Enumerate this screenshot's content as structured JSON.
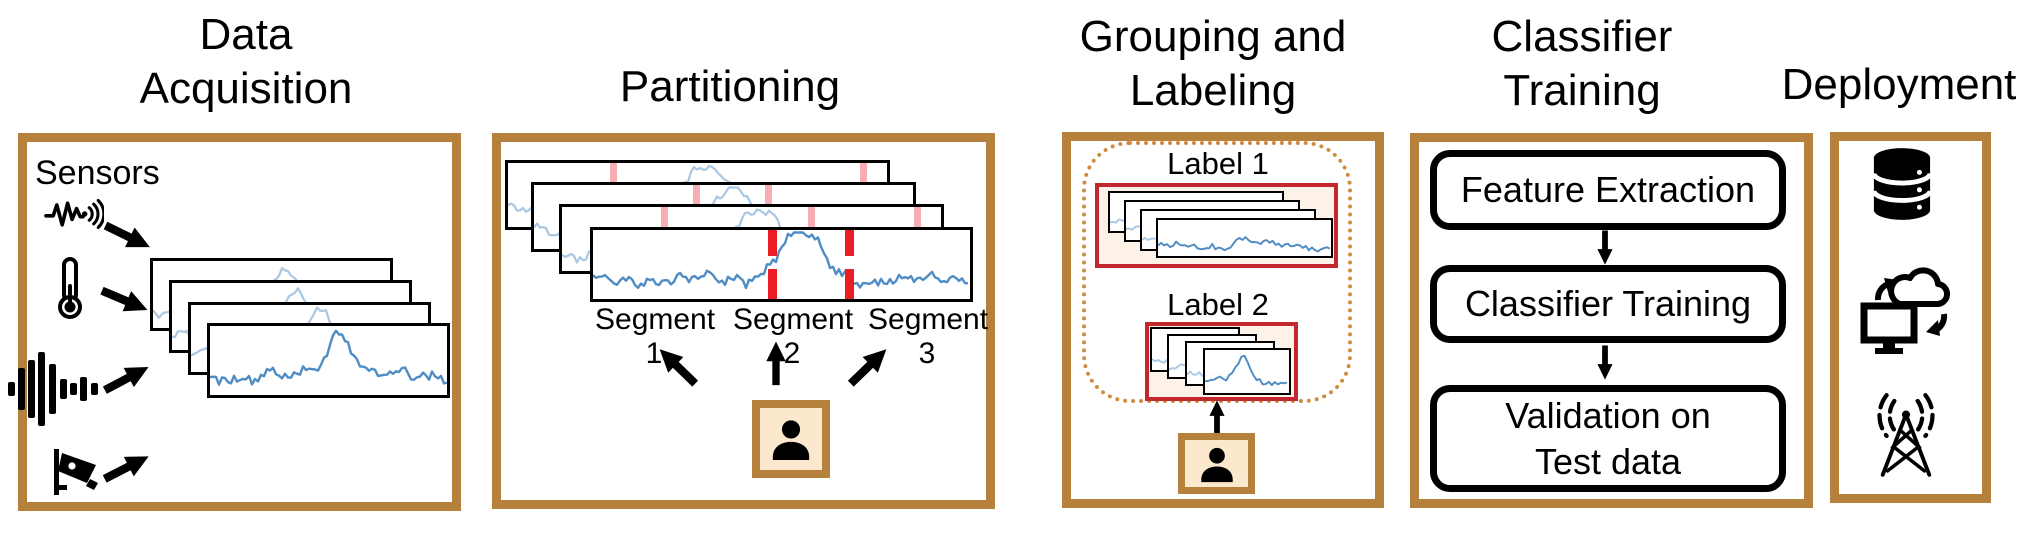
{
  "stages": [
    {
      "id": "data-acquisition",
      "title": "Data\nAcquisition"
    },
    {
      "id": "partitioning",
      "title": "Partitioning"
    },
    {
      "id": "grouping-labeling",
      "title": "Grouping and\nLabeling"
    },
    {
      "id": "classifier-training",
      "title": "Classifier\nTraining"
    },
    {
      "id": "deployment",
      "title": "Deployment"
    }
  ],
  "acquisition": {
    "sensors_label": "Sensors",
    "sensor_icons": [
      "vibration-sensor-icon",
      "thermometer-icon",
      "audio-signal-icon",
      "camera-icon"
    ]
  },
  "partitioning": {
    "segments": [
      "Segment 1",
      "Segment 2",
      "Segment 3"
    ]
  },
  "grouping": {
    "labels": [
      "Label 1",
      "Label 2"
    ]
  },
  "training": {
    "steps": [
      "Feature Extraction",
      "Classifier Training",
      "Validation on\nTest data"
    ]
  },
  "deployment": {
    "icons": [
      "database-icon",
      "cloud-computing-icon",
      "radio-tower-icon"
    ]
  },
  "colors": {
    "panel_frame": "#b5813c",
    "group_border_red": "#c1272d",
    "group_background": "#fdf2e8",
    "segment_divider_red": "#ec1c24",
    "segment_tick_pink": "#f6aeb4",
    "signal_line_front": "#4f8cc4",
    "signal_line_back": "#a9c6e2",
    "person_box_background": "#fbe8cd",
    "dotted_group_border": "#cf8b3f"
  }
}
